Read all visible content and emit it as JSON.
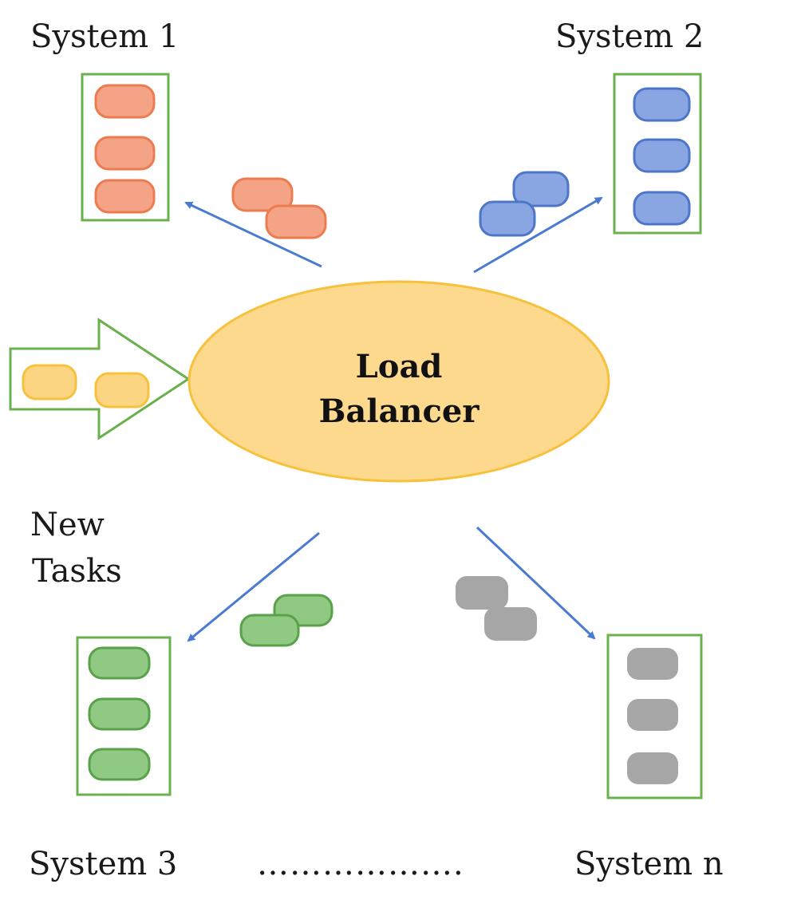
{
  "labels": {
    "system1": "System 1",
    "system2": "System 2",
    "system3": "System 3",
    "dots": "……………….",
    "systemN": "System n",
    "newTasks1": "New",
    "newTasks2": "Tasks"
  },
  "loadBalancer": {
    "line1": "Load",
    "line2": "Balancer",
    "fill": "#fdd98d",
    "stroke": "#f6c23e"
  },
  "colors": {
    "boxBorder": "#6ab04c",
    "arrow": "#4a7bd0",
    "system1": {
      "fill": "#f4a386",
      "stroke": "#ec7c4f"
    },
    "system2": {
      "fill": "#8aa6e2",
      "stroke": "#4d76c9"
    },
    "system3": {
      "fill": "#8fc982",
      "stroke": "#5aa14b"
    },
    "systemN": {
      "fill": "#a6a6a6",
      "stroke": "#a6a6a6"
    },
    "newTask": {
      "fill": "#fcd582",
      "stroke": "#f6c23e"
    },
    "inputArrow": "#6ab04c"
  }
}
